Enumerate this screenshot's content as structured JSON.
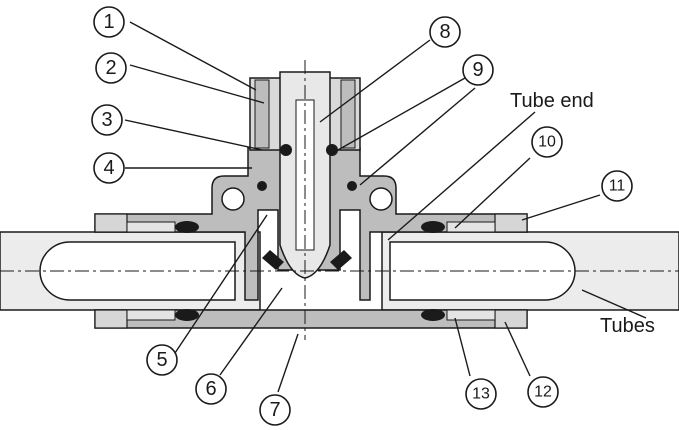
{
  "diagram": {
    "part_numbers": [
      "1",
      "2",
      "3",
      "4",
      "5",
      "6",
      "7",
      "8",
      "9",
      "10",
      "11",
      "12",
      "13"
    ],
    "labels": {
      "tube_end": "Tube end",
      "tubes": "Tubes"
    },
    "colors": {
      "body": "#bdbdbd",
      "tube": "#ececec",
      "seal": "#1a1a1a",
      "line": "#1a1a1a",
      "background": "#ffffff"
    }
  }
}
